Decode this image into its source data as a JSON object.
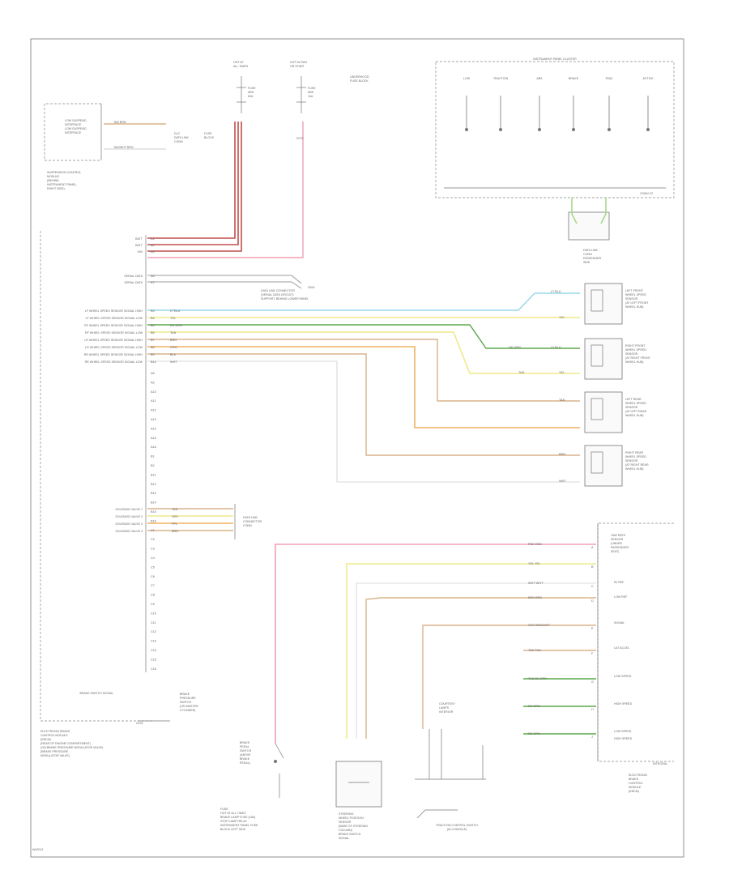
{
  "colors": {
    "pink": "#f0a0b4",
    "red": "#c0504d",
    "yellow": "#eeea8a",
    "light_green": "#a8d88a",
    "green": "#5aa84a",
    "light_blue": "#9ad8e8",
    "orange": "#f0b060",
    "tan": "#d8b48a",
    "gray": "#b0b0b0",
    "frame": "#777777"
  },
  "labels": {
    "ebcm_title": [
      "ELECTRONIC BRAKE",
      "CONTROL MODULE",
      "(EBCM)",
      "(REAR OF ENGINE COMPARTMENT)",
      "(ON BRAKE PRESSURE MODULATOR VALVE)",
      "(BRAKE PRESSURE",
      "MODULATOR VALVE)"
    ],
    "ebcm_ground": "G101",
    "suspension_module": [
      "SUSPENSION CONTROL",
      "MODULE",
      "(BEHIND",
      "INSTRUMENT PANEL,",
      "RIGHT SIDE)"
    ],
    "suspension_pins": [
      "LOW SUSPEND",
      "INTERFACE",
      "LOW SUSPEND",
      "INTERFACE"
    ],
    "suspension_wires": [
      "TAN  BRN",
      "TAN/WHT  BRN"
    ],
    "suspension_conn": [
      "DLC",
      "DATA LINK",
      "CONN"
    ],
    "fuse_block": [
      "FUSE",
      "BLOCK"
    ],
    "fuse_top_a": [
      "HOT AT",
      "ALL TIMES"
    ],
    "fuse_top_b": [
      "HOT IN RUN",
      "OR START"
    ],
    "fuse_a": [
      "FUSE",
      "ABS",
      "60A"
    ],
    "fuse_b": [
      "FUSE",
      "ABS",
      "10A"
    ],
    "underhood": [
      "UNDERHOOD",
      "FUSE BLOCK"
    ],
    "splice_right": [
      "S275"
    ],
    "ipc_title": "INSTRUMENT PANEL CLUSTER",
    "ipc_items": [
      "LOW",
      "TRACTION",
      "ABS",
      "BRAKE",
      "TRAC",
      "ACTIVE"
    ],
    "ipc_conn": [
      "CONN C2",
      "GRY"
    ],
    "ipc_junction": [
      "DATA LINK",
      "CONN",
      "PASSENGER",
      "SIDE"
    ],
    "ebcm_pins": [
      "BATT",
      "BATT",
      "IGN",
      "SERIAL DATA",
      "SERIAL DATA",
      "LF WHEEL SPEED SENSOR SIGNAL HIGH",
      "LF WHEEL SPEED SENSOR SIGNAL LOW",
      "RF WHEEL SPEED SENSOR SIGNAL HIGH",
      "RF WHEEL SPEED SENSOR SIGNAL LOW",
      "LR WHEEL SPEED SENSOR SIGNAL HIGH",
      "LR WHEEL SPEED SENSOR SIGNAL LOW",
      "RR WHEEL SPEED SENSOR SIGNAL HIGH",
      "RR WHEEL SPEED SENSOR SIGNAL LOW"
    ],
    "ebcm_pin_codes": [
      "A1",
      "A2",
      "A3",
      "A6",
      "A7",
      "B3",
      "B4",
      "B5",
      "B6",
      "B7",
      "B8",
      "B9",
      "B10"
    ],
    "ebcm_more_codes": [
      "A8",
      "A9",
      "A10",
      "A11",
      "A12",
      "A13",
      "A14",
      "A15",
      "A16",
      "B1",
      "B2",
      "B11",
      "B12",
      "B13",
      "B14",
      "B15",
      "B16",
      "C1",
      "C2",
      "C3",
      "C4",
      "C5",
      "C6",
      "C7",
      "C8",
      "C9",
      "C10",
      "C11",
      "C12",
      "C13",
      "C14",
      "C15",
      "C16"
    ],
    "wheel_wire_codes": [
      "LT BLU",
      "YEL",
      "DK GRN",
      "TAN",
      "BRN",
      "ORN",
      "BLK",
      "WHT"
    ],
    "serial_note": [
      "DATA LINK CONNECTOR",
      "(SERIAL DATA CIRCUIT)",
      "SUPPORT, BEHIND LOWER PANEL"
    ],
    "serial_splice": "S209",
    "wss_lf": [
      "LEFT FRONT",
      "WHEEL SPEED",
      "SENSOR",
      "(AT LEFT FRONT",
      "WHEEL HUB)"
    ],
    "wss_rf": [
      "RIGHT FRONT",
      "WHEEL SPEED",
      "SENSOR",
      "(AT RIGHT FRONT",
      "WHEEL HUB)"
    ],
    "wss_lr": [
      "LEFT REAR",
      "WHEEL SPEED",
      "SENSOR",
      "(AT LEFT REAR",
      "WHEEL HUB)"
    ],
    "wss_rr": [
      "RIGHT REAR",
      "WHEEL SPEED",
      "SENSOR",
      "(AT RIGHT REAR",
      "WHEEL HUB)"
    ],
    "wss_wire_codes": [
      "LT BLU",
      "YEL",
      "DK GRN",
      "LT BLU",
      "TAN",
      "YEL",
      "TAN",
      "BRN",
      "WHT"
    ],
    "solenoid_pins": [
      "SOLENOID VALVE 1",
      "SOLENOID VALVE 2",
      "SOLENOID VALVE 3",
      "SOLENOID VALVE 4"
    ],
    "solenoid_wires": [
      "TAN",
      "GRY",
      "PPL",
      "BRN"
    ],
    "solenoid_conn": [
      "DATA LINK",
      "CONNECTOR",
      "CONN"
    ],
    "brake_switch": [
      "BRAKE",
      "PRESSURE",
      "SWITCH",
      "(ON MASTER",
      "CYLINDER)"
    ],
    "brake_switch_pin": "BRAKE SWITCH SIGNAL",
    "stop_switch": [
      "BRAKE",
      "PEDAL",
      "SWITCH",
      "(ABOVE",
      "BRAKE",
      "PEDAL)"
    ],
    "stop_fuse": [
      "FUSE",
      "HOT AT ALL TIMES",
      "BRAKE LAMP FUSE (15A)",
      "STOP LAMP RELAY",
      "INSTRUMENT PANEL FUSE",
      "BLOCK LEFT SIDE"
    ],
    "steer_sensor": [
      "STEERING",
      "WHEEL POSITION",
      "SENSOR",
      "(BASE OF STEERING",
      "COLUMN)",
      "BRAKE SWITCH",
      "SIGNAL"
    ],
    "traction_switch": [
      "TRACTION CONTROL SWITCH",
      "(IN CONSOLE)"
    ],
    "ground_notes": [
      "COURTESY",
      "LAMPS",
      "INTERIOR"
    ],
    "yaw_title": [
      "YAW RATE",
      "SENSOR",
      "(UNDER",
      "PASSENGER",
      "SEAT)"
    ],
    "yaw_pins": [
      "5V REF",
      "LOW REF",
      "SIGNAL",
      "LAT ACCEL",
      "LOW SPEED",
      "HIGH SPEED",
      "LOW SPEED",
      "HIGH SPEED"
    ],
    "yaw_wires": [
      "PNK  RED",
      "YEL  YEL",
      "WHT  WHT",
      "BRN  BRN",
      "GRY  BRN/WHT",
      "TAN  TAN",
      "TAN  DK GRN",
      "DK GRN",
      "DK GRN"
    ],
    "yaw_codes": [
      "A",
      "B",
      "C",
      "D",
      "E",
      "F",
      "G",
      "H",
      "J"
    ],
    "yaw_location": [
      "ELECTRONIC",
      "BRAKE",
      "CONTROL",
      "MODULE",
      "(EBCM)"
    ],
    "yaw_module": [
      "INTEGRAL",
      "COMPONENT"
    ],
    "footer": "W42012"
  }
}
